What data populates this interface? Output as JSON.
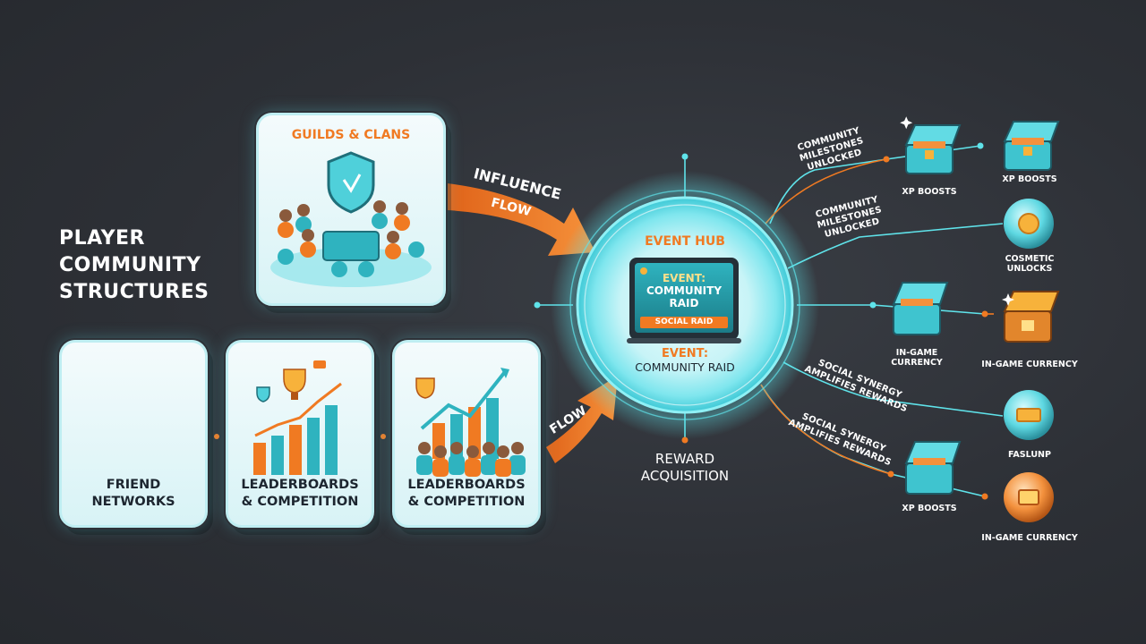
{
  "title_lines": [
    "PLAYER",
    "COMMUNITY",
    "STRUCTURES"
  ],
  "cards": {
    "guilds": {
      "title": "GUILDS & CLANS"
    },
    "friends": {
      "title_lines": [
        "FRIEND",
        "NETWORKS"
      ]
    },
    "leaderboards_1": {
      "title_lines": [
        "LEADERBOARDS",
        "& COMPETITION"
      ]
    },
    "leaderboards_2": {
      "title_lines": [
        "LEADERBOARDS",
        "& COMPETITION"
      ]
    }
  },
  "flows": {
    "influence_line1": "INFLUENCE",
    "influence_line2": "FLOW",
    "lower_flow": "FLOW"
  },
  "hub": {
    "title": "EVENT HUB",
    "screen_lines": [
      "EVENT:",
      "COMMUNITY",
      "RAID"
    ],
    "screen_banner": "SOCIAL RAID",
    "event_label": "EVENT:",
    "event_name": "COMMUNITY RAID",
    "reward_acquisition_lines": [
      "REWARD",
      "ACQUISITION"
    ]
  },
  "annotations": {
    "milestones_1": [
      "COMMUNITY",
      "MILESTONES",
      "UNLOCKED"
    ],
    "milestones_2": [
      "COMMUNITY",
      "MILESTONES",
      "UNLOCKED"
    ],
    "synergy_1": [
      "SOCIAL SYNERGY",
      "AMPLIFIES REWARDS"
    ],
    "synergy_2": [
      "SOCIAL SYNERGY",
      "AMPLIFIES REWARDS"
    ]
  },
  "rewards": {
    "r1": "XP BOOSTS",
    "r2": "XP BOOSTS",
    "r3": [
      "COSMETIC",
      "UNLOCKS"
    ],
    "r4": [
      "IN-GAME",
      "CURRENCY"
    ],
    "r5": "IN-GAME CURRENCY",
    "r6": "FASLUNP",
    "r7": "XP BOOSTS",
    "r8": "IN-GAME CURRENCY"
  },
  "colors": {
    "accent_orange": "#f07a22",
    "accent_cyan": "#5fe3ea",
    "background": "#2d3036",
    "card_fill": "#e6f7f9"
  }
}
